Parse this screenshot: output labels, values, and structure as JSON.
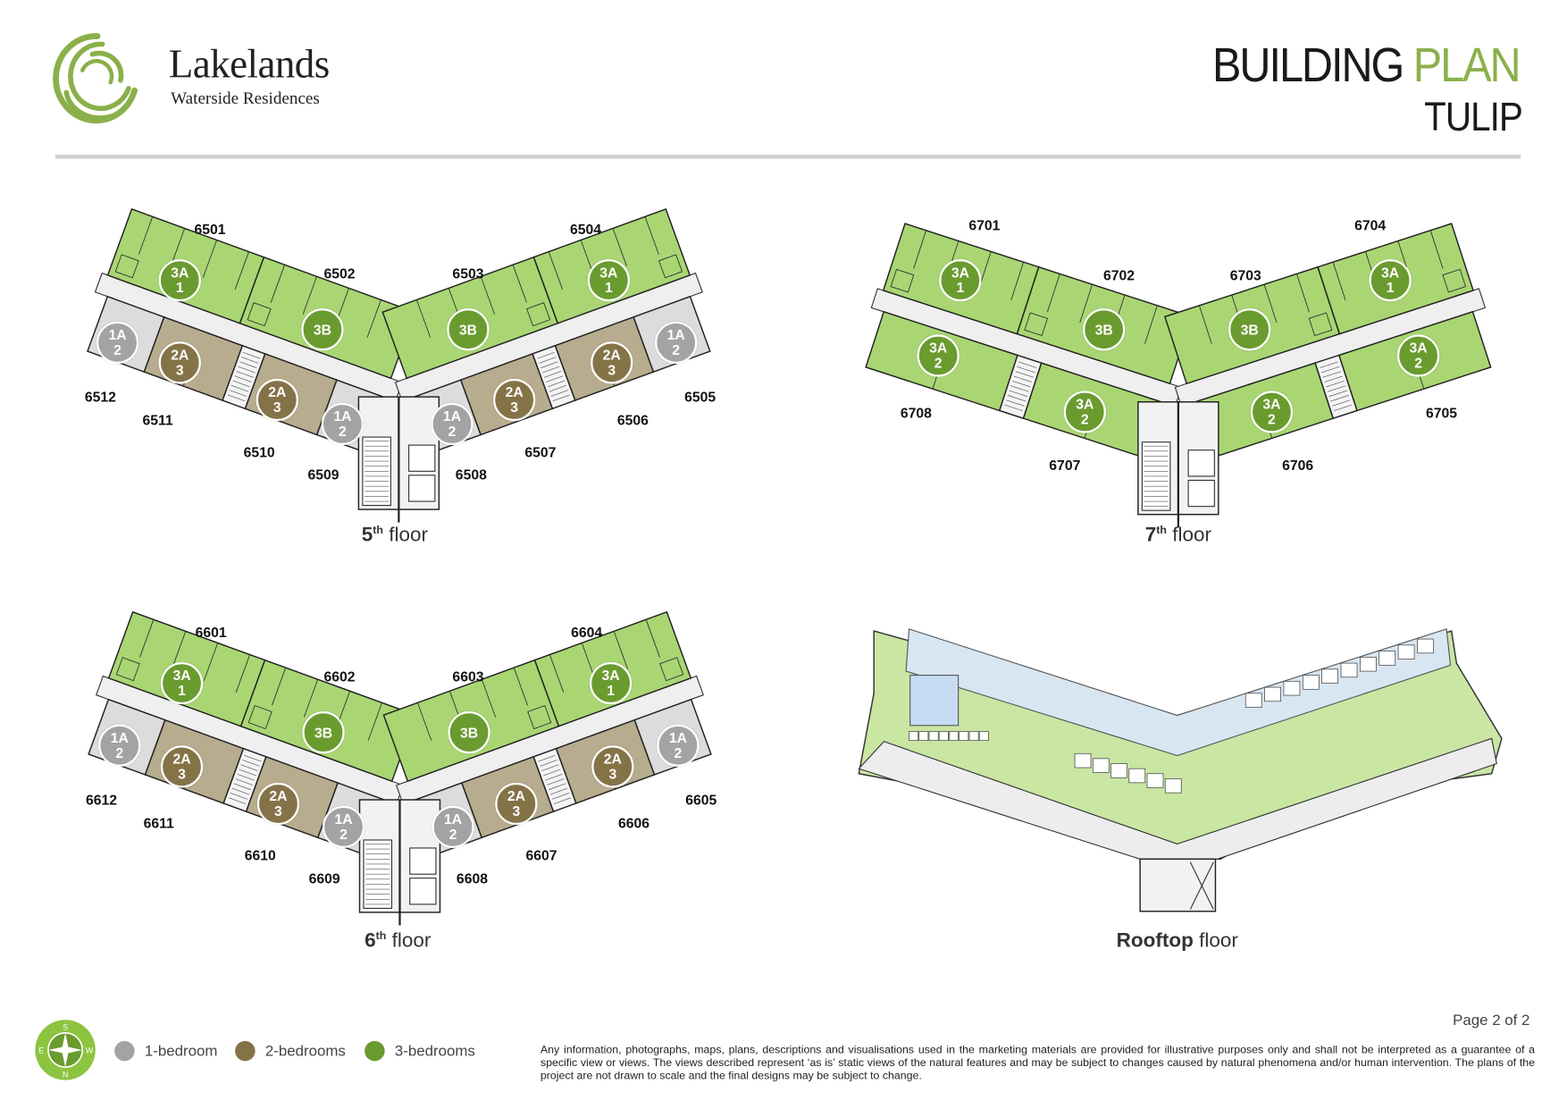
{
  "header": {
    "brand_name": "Lakelands",
    "brand_subtitle": "Waterside Residences",
    "title_main": "BUILDING",
    "title_accent": "PLAN",
    "building_name": "TULIP"
  },
  "colors": {
    "accent": "#8ab04a",
    "one_bedroom": "#a3a3a3",
    "two_bedroom": "#857348",
    "three_bedroom": "#6a9b2f",
    "one_bedroom_fill": "#dcdcdc",
    "two_bedroom_fill": "#b7ac8e",
    "three_bedroom_fill": "#a9d673"
  },
  "floors": [
    {
      "id": "5",
      "title_num": "5",
      "title_sup": "th",
      "title_word": "floor",
      "units": [
        {
          "number": "6501",
          "type": "3A",
          "variant": "1"
        },
        {
          "number": "6502",
          "type": "3B",
          "variant": ""
        },
        {
          "number": "6503",
          "type": "3B",
          "variant": ""
        },
        {
          "number": "6504",
          "type": "3A",
          "variant": "1"
        },
        {
          "number": "6505",
          "type": "1A",
          "variant": "2"
        },
        {
          "number": "6506",
          "type": "2A",
          "variant": "3"
        },
        {
          "number": "6507",
          "type": "2A",
          "variant": "3"
        },
        {
          "number": "6508",
          "type": "1A",
          "variant": "2"
        },
        {
          "number": "6509",
          "type": "1A",
          "variant": "2"
        },
        {
          "number": "6510",
          "type": "2A",
          "variant": "3"
        },
        {
          "number": "6511",
          "type": "2A",
          "variant": "3"
        },
        {
          "number": "6512",
          "type": "1A",
          "variant": "2"
        }
      ]
    },
    {
      "id": "7",
      "title_num": "7",
      "title_sup": "th",
      "title_word": "floor",
      "units": [
        {
          "number": "6701",
          "type": "3A",
          "variant": "1"
        },
        {
          "number": "6702",
          "type": "3B",
          "variant": ""
        },
        {
          "number": "6703",
          "type": "3B",
          "variant": ""
        },
        {
          "number": "6704",
          "type": "3A",
          "variant": "1"
        },
        {
          "number": "6705",
          "type": "3A",
          "variant": "2"
        },
        {
          "number": "6706",
          "type": "3A",
          "variant": "2"
        },
        {
          "number": "6707",
          "type": "3A",
          "variant": "2"
        },
        {
          "number": "6708",
          "type": "3A",
          "variant": "2"
        }
      ]
    },
    {
      "id": "6",
      "title_num": "6",
      "title_sup": "th",
      "title_word": "floor",
      "units": [
        {
          "number": "6601",
          "type": "3A",
          "variant": "1"
        },
        {
          "number": "6602",
          "type": "3B",
          "variant": ""
        },
        {
          "number": "6603",
          "type": "3B",
          "variant": ""
        },
        {
          "number": "6604",
          "type": "3A",
          "variant": "1"
        },
        {
          "number": "6605",
          "type": "1A",
          "variant": "2"
        },
        {
          "number": "6606",
          "type": "2A",
          "variant": "3"
        },
        {
          "number": "6607",
          "type": "2A",
          "variant": "3"
        },
        {
          "number": "6608",
          "type": "1A",
          "variant": "2"
        },
        {
          "number": "6609",
          "type": "1A",
          "variant": "2"
        },
        {
          "number": "6610",
          "type": "2A",
          "variant": "3"
        },
        {
          "number": "6611",
          "type": "2A",
          "variant": "3"
        },
        {
          "number": "6612",
          "type": "1A",
          "variant": "2"
        }
      ]
    },
    {
      "id": "rooftop",
      "title_num": "Rooftop",
      "title_sup": "",
      "title_word": "floor",
      "units": []
    }
  ],
  "legend": {
    "compass": {
      "n": "N",
      "s": "S",
      "e": "E",
      "w": "W"
    },
    "items": [
      {
        "label": "1-bedroom",
        "key": "one_bedroom"
      },
      {
        "label": "2-bedrooms",
        "key": "two_bedroom"
      },
      {
        "label": "3-bedrooms",
        "key": "three_bedroom"
      }
    ]
  },
  "footer": {
    "page": "Page 2 of 2",
    "disclaimer": "Any information, photographs, maps, plans, descriptions and visualisations used in the marketing materials are provided for illustrative purposes only and shall not be interpreted as a guarantee of a specific view or views. The views described represent ‘as is’ static views of the natural features and may be subject to changes caused by natural phenomena and/or human intervention. The plans of the project are not drawn to scale and the final designs may be subject to change."
  }
}
